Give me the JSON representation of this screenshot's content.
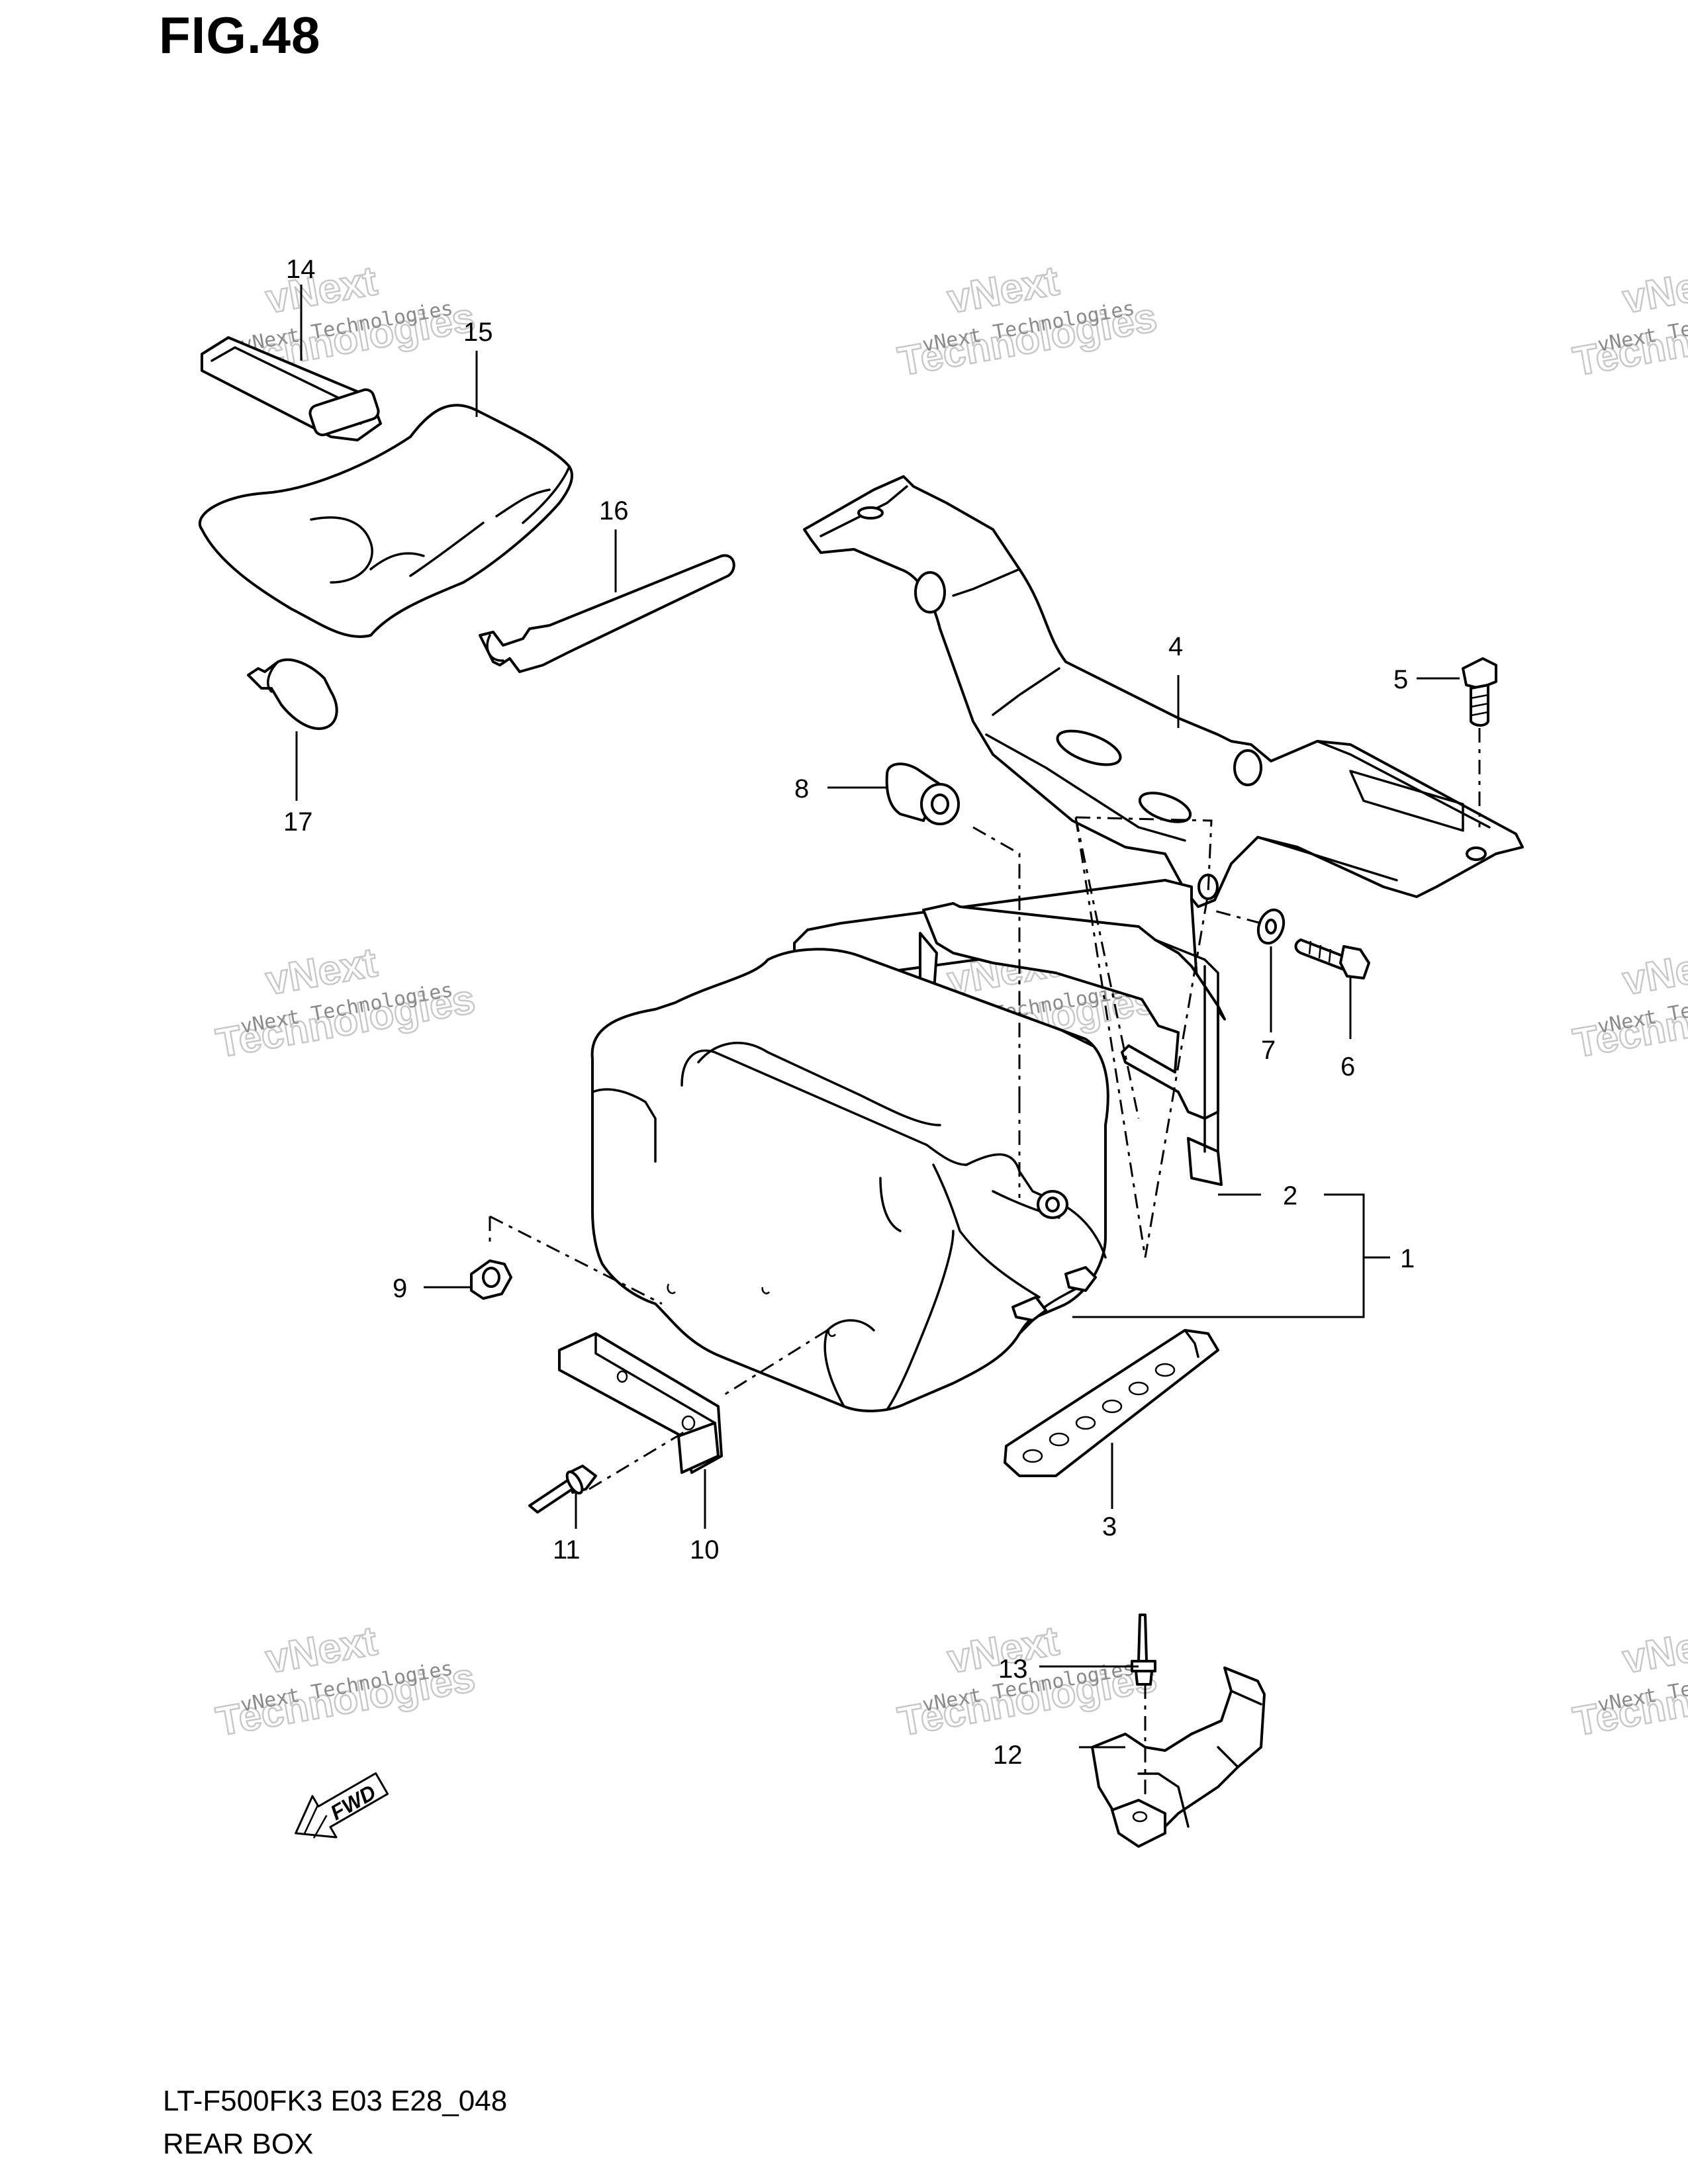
{
  "figure": {
    "title": "FIG.48",
    "model_code": "LT-F500FK3 E03 E28_048",
    "name": "REAR BOX"
  },
  "fwd_label": "FWD",
  "watermark": {
    "line1": "vNext Technologies",
    "line2": "vNext",
    "line3": "Technologies"
  },
  "callouts": [
    "1",
    "2",
    "3",
    "4",
    "5",
    "6",
    "7",
    "8",
    "9",
    "10",
    "11",
    "12",
    "13",
    "14",
    "15",
    "16",
    "17"
  ]
}
